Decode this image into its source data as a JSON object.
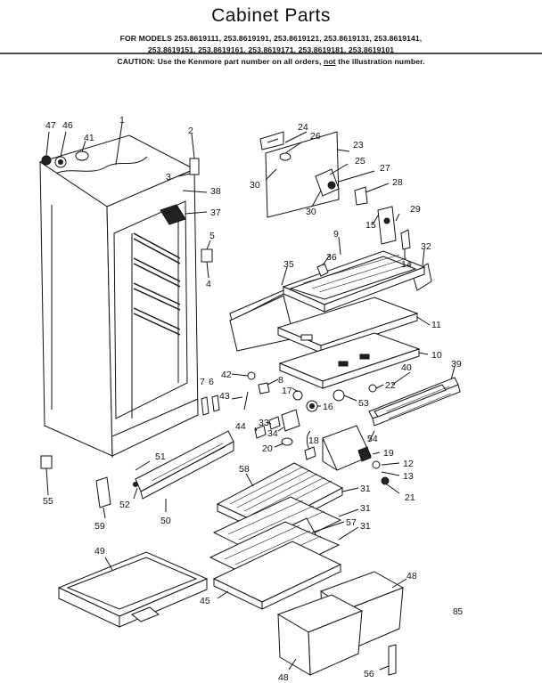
{
  "title": "Cabinet Parts",
  "header": {
    "models_line1": "FOR MODELS 253.8619111, 253.8619191, 253.8619121, 253.8619131, 253.8619141,",
    "models_line2": "253.8619151, 253.8619161, 253.8619171, 253.8619181, 253.8619101",
    "caution_prefix": "CAUTION: Use the Kenmore part number on all orders,",
    "caution_not": "not",
    "caution_suffix": "the illustration number."
  },
  "page_code": "85",
  "callouts": {
    "c1": "1",
    "c2": "2",
    "c3": "3",
    "c4": "4",
    "c5": "5",
    "c6": "6",
    "c7": "7",
    "c8": "8",
    "c9": "9",
    "c10": "10",
    "c11": "11",
    "c12": "12",
    "c13": "13",
    "c14": "14",
    "c15": "15",
    "c16": "16",
    "c17": "17",
    "c18": "18",
    "c19": "19",
    "c20": "20",
    "c21": "21",
    "c22": "22",
    "c23": "23",
    "c24": "24",
    "c25": "25",
    "c26": "26",
    "c27": "27",
    "c28": "28",
    "c29": "29",
    "c30a": "30",
    "c30b": "30",
    "c31a": "31",
    "c31b": "31",
    "c31c": "31",
    "c32": "32",
    "c33": "33",
    "c34": "34",
    "c35": "35",
    "c36": "36",
    "c37": "37",
    "c38": "38",
    "c39": "39",
    "c40": "40",
    "c41": "41",
    "c42": "42",
    "c43": "43",
    "c44": "44",
    "c45": "45",
    "c46": "46",
    "c47": "47",
    "c48a": "48",
    "c48b": "48",
    "c49": "49",
    "c50": "50",
    "c51": "51",
    "c52": "52",
    "c53": "53",
    "c54": "54",
    "c55": "55",
    "c56": "56",
    "c57": "57",
    "c58": "58",
    "c59": "59"
  }
}
